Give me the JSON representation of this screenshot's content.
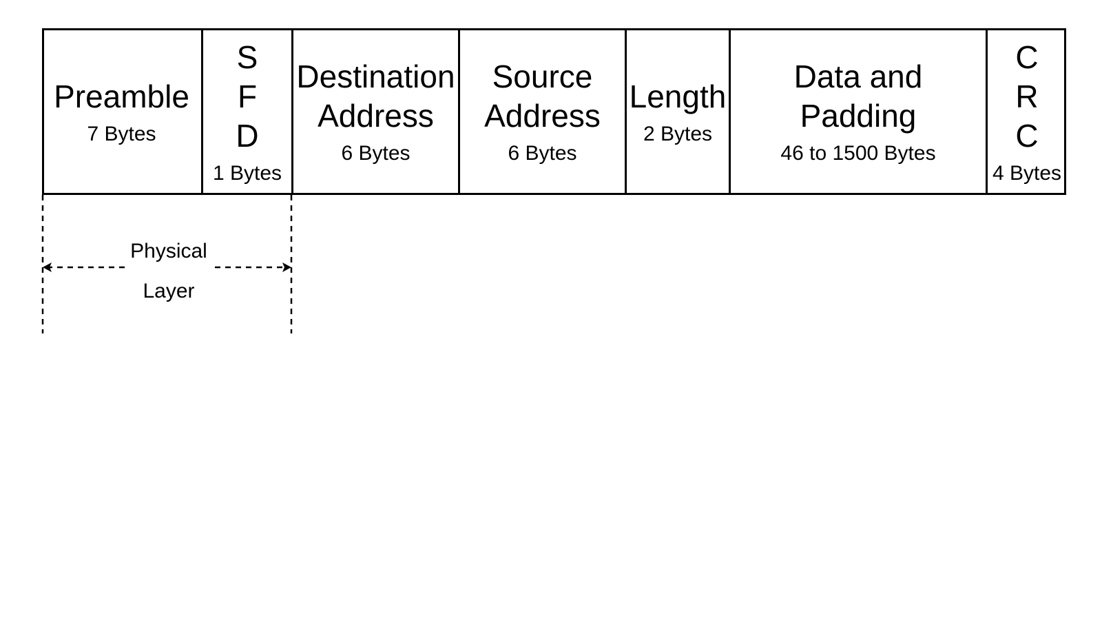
{
  "frame_fields": [
    {
      "name": "Preamble",
      "size": "7 Bytes"
    },
    {
      "name": "S\nF\nD",
      "size": "1 Bytes"
    },
    {
      "name": "Destination\nAddress",
      "size": "6 Bytes"
    },
    {
      "name": "Source\nAddress",
      "size": "6 Bytes"
    },
    {
      "name": "Length",
      "size": "2 Bytes"
    },
    {
      "name": "Data and\nPadding",
      "size": "46 to 1500 Bytes"
    },
    {
      "name": "C\nR\nC",
      "size": "4 Bytes"
    }
  ],
  "physical_layer": {
    "line1": "Physical",
    "line2": "Layer"
  },
  "colors": {
    "stroke": "#000000",
    "background": "#ffffff"
  }
}
